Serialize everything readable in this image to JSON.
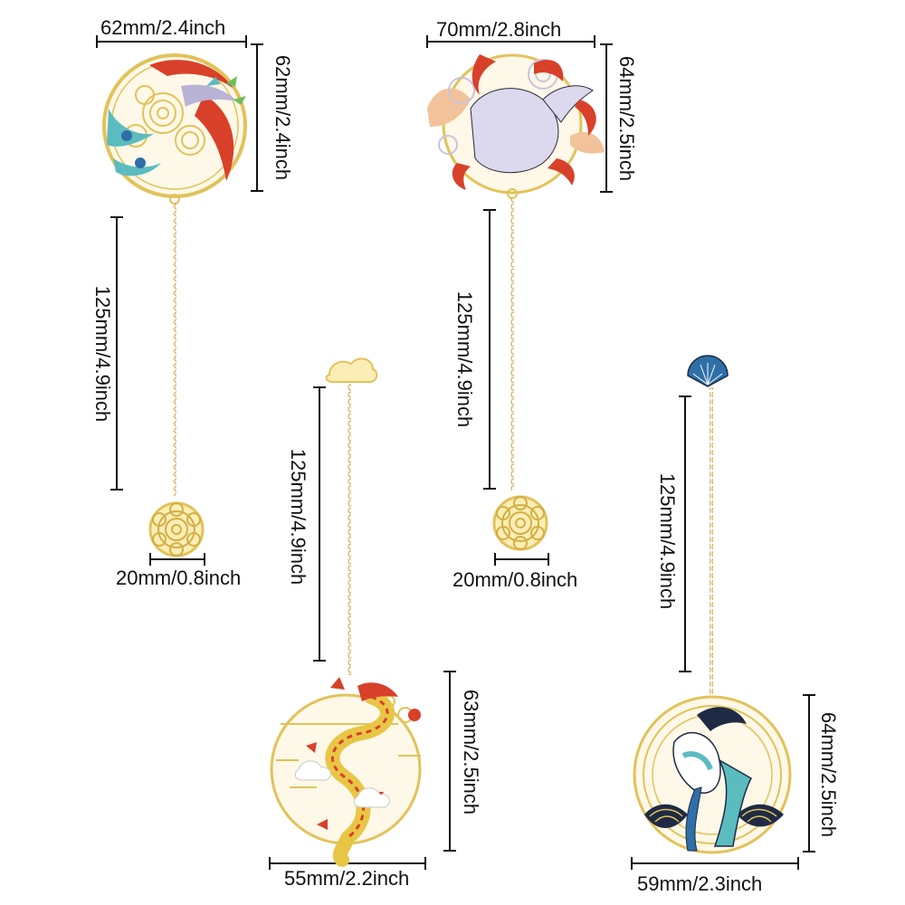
{
  "measurements": {
    "phoenix": {
      "width": "62mm/2.4inch",
      "height": "62mm/2.4inch",
      "chain": "125mm/4.9inch",
      "pendant": "20mm/0.8inch"
    },
    "fox": {
      "width": "70mm/2.8inch",
      "height": "64mm/2.5inch",
      "chain": "125mm/4.9inch",
      "pendant": "20mm/0.8inch"
    },
    "dragon": {
      "chain": "125mm/4.9inch",
      "height": "63mm/2.5inch",
      "width": "55mm/2.2inch"
    },
    "koi": {
      "chain": "125mm/4.9inch",
      "height": "64mm/2.5inch",
      "width": "59mm/2.3inch"
    }
  },
  "colors": {
    "gold": "#e2c25a",
    "gold_dark": "#c9a23a",
    "red": "#d8402a",
    "teal": "#5bbcc0",
    "lavender": "#b9b3d6",
    "peach": "#f2c29a",
    "navy": "#1f2a44",
    "blue": "#2f6fa8",
    "line": "#111111"
  },
  "icons": [
    "phoenix-bookmark",
    "fox-bookmark",
    "dragon-bookmark",
    "koi-bookmark",
    "flower-pendant",
    "cloud-pendant",
    "fan-pendant"
  ]
}
